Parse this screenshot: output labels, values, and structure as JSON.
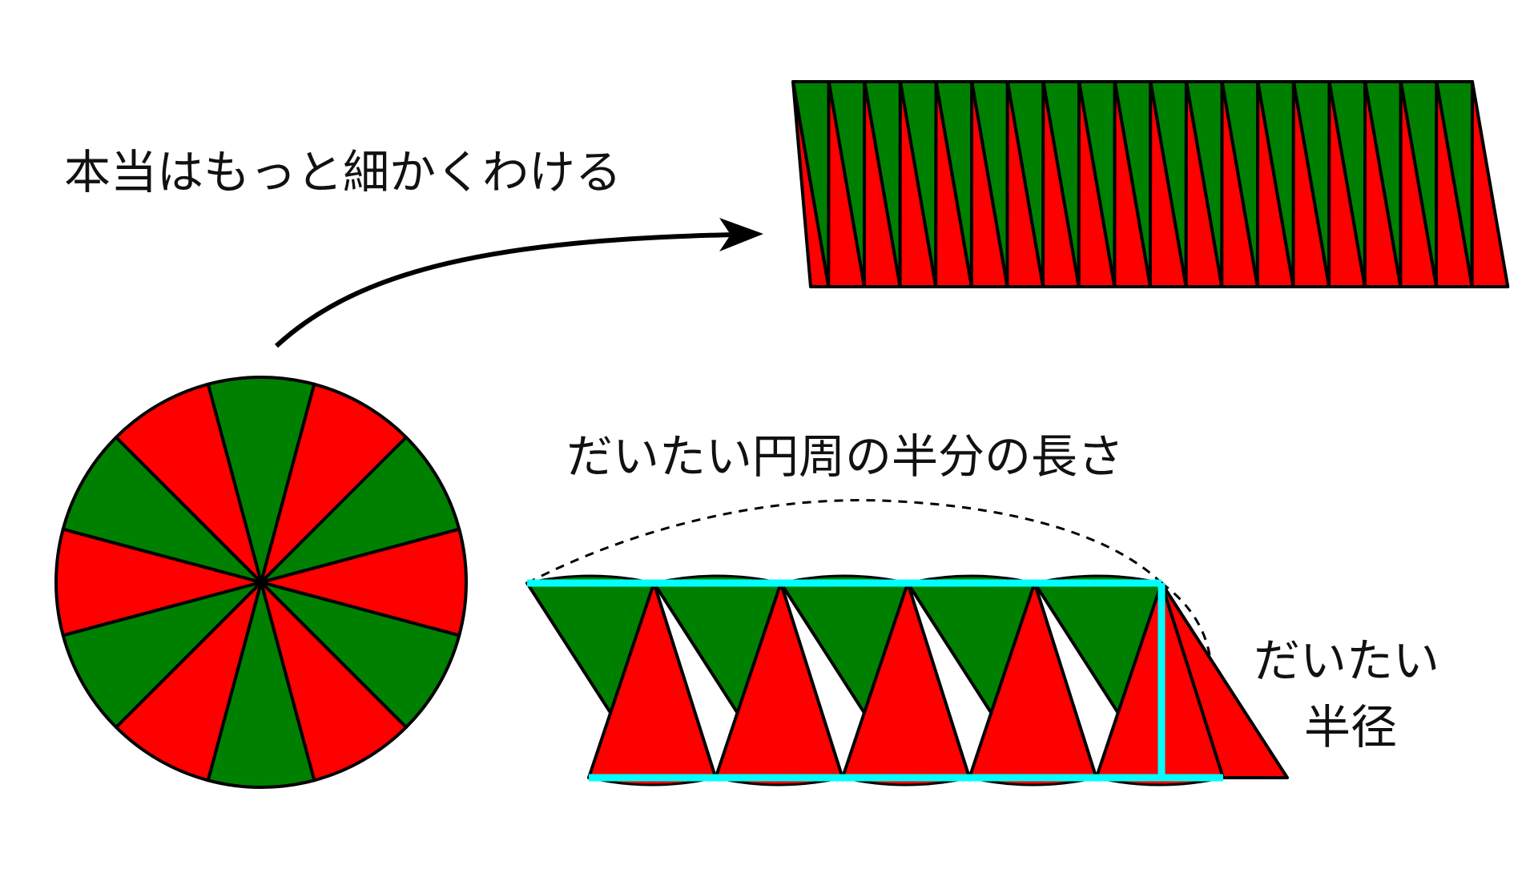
{
  "labels": {
    "finer_division": "本当はもっと細かくわける",
    "half_circumference": "だいたい円周の半分の長さ",
    "radius_line1": "だいたい",
    "radius_line2": "半径"
  },
  "circle": {
    "sectors": 12,
    "colors": [
      "#008000",
      "#ff0000"
    ]
  },
  "fine_strip": {
    "sectors": 38
  },
  "coarse_strip": {
    "sectors": 11
  },
  "colors": {
    "green": "#008000",
    "red": "#ff0000",
    "outline": "#000000",
    "highlight": "#00ffff"
  }
}
